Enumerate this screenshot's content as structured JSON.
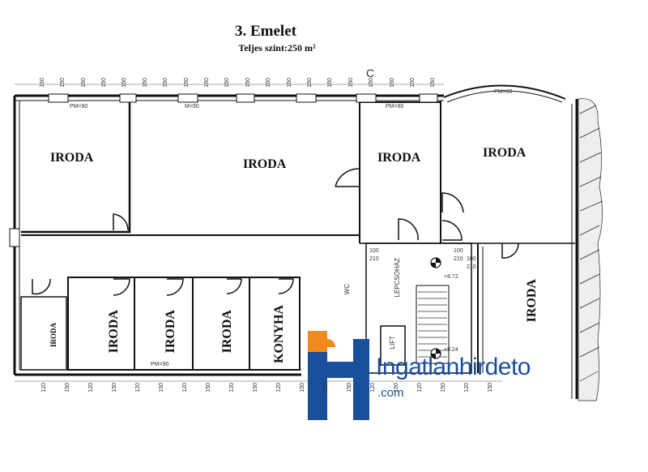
{
  "header": {
    "title": "3. Emelet",
    "subtitle": "Teljes szint:250 m²"
  },
  "rooms": {
    "iroda_1": "IRODA",
    "iroda_2": "IRODA",
    "iroda_3": "IRODA",
    "iroda_4": "IRODA",
    "iroda_5": "IRODA",
    "iroda_small": "IRODA",
    "iroda_6": "IRODA",
    "iroda_7": "IRODA",
    "iroda_8": "IRODA",
    "konyha": "KONYHA",
    "lepcsohaz": "LÉPCSŐHÁZ",
    "lift": "LIFT",
    "wc": "WC"
  },
  "annotations": {
    "pm90_a": "PM=90",
    "pm90_b": "M=90",
    "pm90_c": "PM=90",
    "pm60": "PM=60",
    "pm90_bottom": "PM=90",
    "door_100_210_a": "100",
    "door_100_210_a2": "210",
    "door_100_210_b": "100",
    "door_100_210_b2": "210",
    "door_100_210_c": "100",
    "door_100_210_c2": "210",
    "level_a": "+8.72",
    "level_b": "+8.24",
    "corner_c": "C"
  },
  "top_dims": [
    "150",
    "150",
    "150",
    "150",
    "150",
    "150",
    "150",
    "150",
    "150",
    "150",
    "150",
    "150",
    "150",
    "150",
    "150",
    "150",
    "150",
    "150",
    "150",
    "150"
  ],
  "bottom_dims": [
    "120",
    "150",
    "120",
    "150",
    "120",
    "150",
    "120",
    "150",
    "120",
    "150",
    "120",
    "150",
    "120",
    "150",
    "120",
    "150",
    "120",
    "150",
    "120",
    "150"
  ],
  "watermark": {
    "brand": "Ingatlanhirdeto",
    "domain": ".com",
    "colors": {
      "blue": "#1a4f9c",
      "orange": "#f08a1c"
    }
  }
}
